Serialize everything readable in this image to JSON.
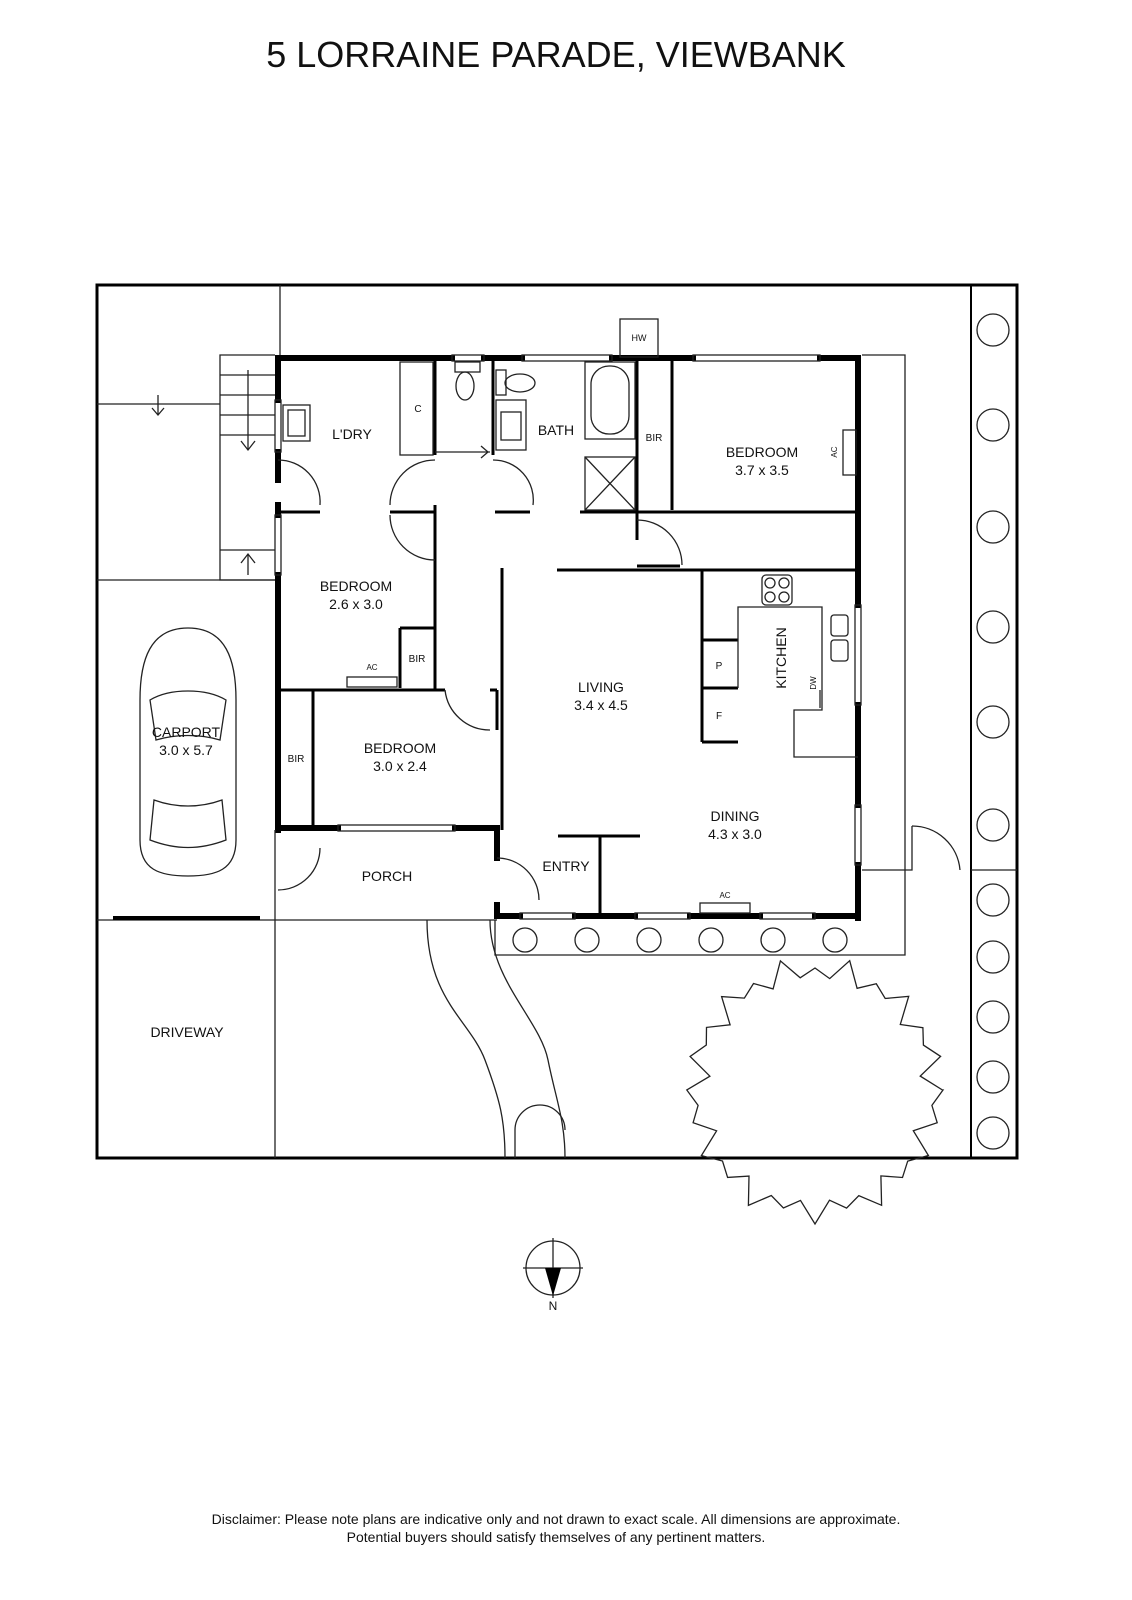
{
  "title": "5 LORRAINE PARADE, VIEWBANK",
  "rooms": {
    "laundry": {
      "name": "L'DRY"
    },
    "cupboard": {
      "name": "C"
    },
    "bath": {
      "name": "BATH"
    },
    "hot_water": {
      "name": "HW"
    },
    "bedroom_main": {
      "name": "BEDROOM",
      "size": "3.7 x 3.5",
      "bir": "BIR",
      "ac": "AC"
    },
    "bedroom_2": {
      "name": "BEDROOM",
      "size": "2.6 x 3.0",
      "bir": "BIR",
      "ac": "AC"
    },
    "bedroom_3": {
      "name": "BEDROOM",
      "size": "3.0 x 2.4",
      "bir": "BIR"
    },
    "living": {
      "name": "LIVING",
      "size": "3.4 x 4.5"
    },
    "kitchen": {
      "name": "KITCHEN",
      "pantry": "P",
      "fridge": "F",
      "dishwasher": "DW"
    },
    "dining": {
      "name": "DINING",
      "size": "4.3 x 3.0",
      "ac": "AC"
    },
    "entry": {
      "name": "ENTRY"
    },
    "porch": {
      "name": "PORCH"
    },
    "carport": {
      "name": "CARPORT",
      "size": "3.0 x 5.7"
    },
    "driveway": {
      "name": "DRIVEWAY"
    }
  },
  "compass": {
    "label": "N"
  },
  "disclaimer": {
    "line1": "Disclaimer: Please note plans are indicative only and not drawn to exact scale. All dimensions are approximate.",
    "line2": "Potential buyers should satisfy themselves of any pertinent matters."
  }
}
